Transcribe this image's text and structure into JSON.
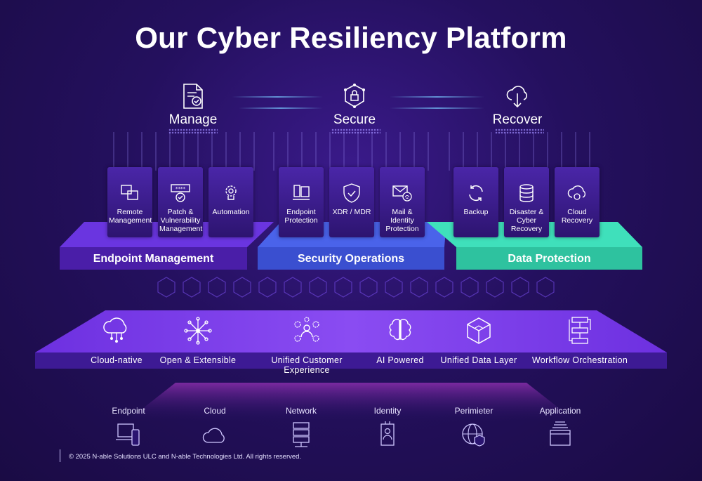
{
  "title": "Our Cyber Resiliency Platform",
  "pillars": [
    {
      "label": "Manage",
      "icon": "document-check-icon"
    },
    {
      "label": "Secure",
      "icon": "shield-lock-network-icon"
    },
    {
      "label": "Recover",
      "icon": "cloud-download-icon"
    }
  ],
  "groups": [
    {
      "label": "Endpoint Management",
      "color": "#5b2bd1",
      "cards": [
        {
          "label": "Remote Management",
          "icon": "windows-overlap-icon"
        },
        {
          "label": "Patch & Vulnerability Management",
          "icon": "password-check-icon"
        },
        {
          "label": "Automation",
          "icon": "gear-bulb-icon"
        }
      ]
    },
    {
      "label": "Security Operations",
      "color": "#3b4fd8",
      "cards": [
        {
          "label": "Endpoint Protection",
          "icon": "devices-icon"
        },
        {
          "label": "XDR / MDR",
          "icon": "shield-check-icon"
        },
        {
          "label": "Mail & Identity Protection",
          "icon": "mail-fingerprint-icon"
        }
      ]
    },
    {
      "label": "Data Protection",
      "color": "#2fc8a0",
      "cards": [
        {
          "label": "Backup",
          "icon": "sync-icon"
        },
        {
          "label": "Disaster & Cyber Recovery",
          "icon": "database-icon"
        },
        {
          "label": "Cloud Recovery",
          "icon": "cloud-restore-icon"
        }
      ]
    }
  ],
  "features": [
    {
      "label": "Cloud-native",
      "icon": "cloud-network-icon"
    },
    {
      "label": "Open & Extensible",
      "icon": "starburst-nodes-icon"
    },
    {
      "label": "Unified Customer Experience",
      "icon": "people-gears-icon"
    },
    {
      "label": "AI Powered",
      "icon": "brain-icon"
    },
    {
      "label": "Unified Data Layer",
      "icon": "cube-icon"
    },
    {
      "label": "Workflow Orchestration",
      "icon": "workflow-icon"
    }
  ],
  "surfaces": [
    {
      "label": "Endpoint",
      "icon": "laptop-phone-icon"
    },
    {
      "label": "Cloud",
      "icon": "cloud-icon"
    },
    {
      "label": "Network",
      "icon": "server-rack-icon"
    },
    {
      "label": "Identity",
      "icon": "id-badge-icon"
    },
    {
      "label": "Perimieter",
      "icon": "globe-shield-icon"
    },
    {
      "label": "Application",
      "icon": "app-stack-icon"
    }
  ],
  "copyright": "© 2025 N-able Solutions ULC and N-able Technologies Ltd. All rights reserved."
}
